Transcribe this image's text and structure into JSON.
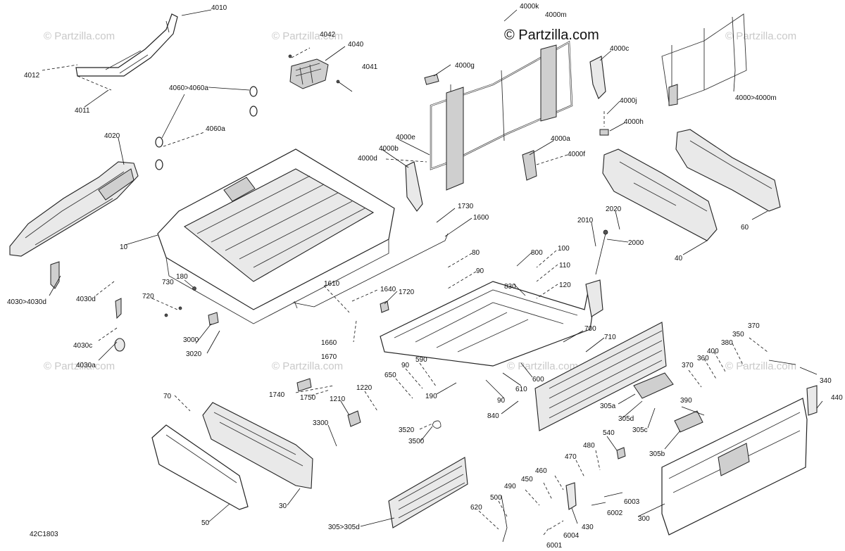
{
  "brand": {
    "logo": "© Partzilla.com"
  },
  "watermark": "© Partzilla.com",
  "diagram_code": "42C1803",
  "callouts": {
    "c4010": "4010",
    "c4012": "4012",
    "c4011": "4011",
    "c4042": "4042",
    "c4040": "4040",
    "c4041": "4041",
    "c4060_range": "4060>4060a",
    "c4060a": "4060a",
    "c4000k": "4000k",
    "c4000m": "4000m",
    "c4000g": "4000g",
    "c4000c": "4000c",
    "c4000_range": "4000>4000m",
    "c4000j": "4000j",
    "c4000h": "4000h",
    "c4000e": "4000e",
    "c4000b": "4000b",
    "c4000d": "4000d",
    "c4000a": "4000a",
    "c4000f": "4000f",
    "c4020": "4020",
    "c10": "10",
    "c4030_range": "4030>4030d",
    "c4030d": "4030d",
    "c4030c": "4030c",
    "c4030a": "4030a",
    "c730": "730",
    "c180": "180",
    "c720": "720",
    "c3000": "3000",
    "c3020": "3020",
    "c1730": "1730",
    "c1600": "1600",
    "c1610": "1610",
    "c1640": "1640",
    "c1720": "1720",
    "c1660": "1660",
    "c1670": "1670",
    "c80": "80",
    "c90a": "90",
    "c800": "800",
    "c100": "100",
    "c110": "110",
    "c120": "120",
    "c830": "830",
    "c2010": "2010",
    "c2020": "2020",
    "c2000": "2000",
    "c60": "60",
    "c40": "40",
    "c700": "700",
    "c710": "710",
    "c590": "590",
    "c90b": "90",
    "c650": "650",
    "c190": "190",
    "c600": "600",
    "c610": "610",
    "c90c": "90",
    "c840": "840",
    "c1220": "1220",
    "c1740": "1740",
    "c1750": "1750",
    "c1210": "1210",
    "c70": "70",
    "c3300": "3300",
    "c3520": "3520",
    "c3500": "3500",
    "c50": "50",
    "c30": "30",
    "c305_range": "305>305d",
    "c305a": "305a",
    "c305d": "305d",
    "c305c": "305c",
    "c305b": "305b",
    "c350": "350",
    "c370a": "370",
    "c380": "380",
    "c400": "400",
    "c360": "360",
    "c370b": "370",
    "c340": "340",
    "c440": "440",
    "c390": "390",
    "c540": "540",
    "c480": "480",
    "c470": "470",
    "c460": "460",
    "c450": "450",
    "c490": "490",
    "c500": "500",
    "c620": "620",
    "c6003": "6003",
    "c6002": "6002",
    "c430": "430",
    "c6004": "6004",
    "c6001": "6001",
    "c300": "300"
  }
}
